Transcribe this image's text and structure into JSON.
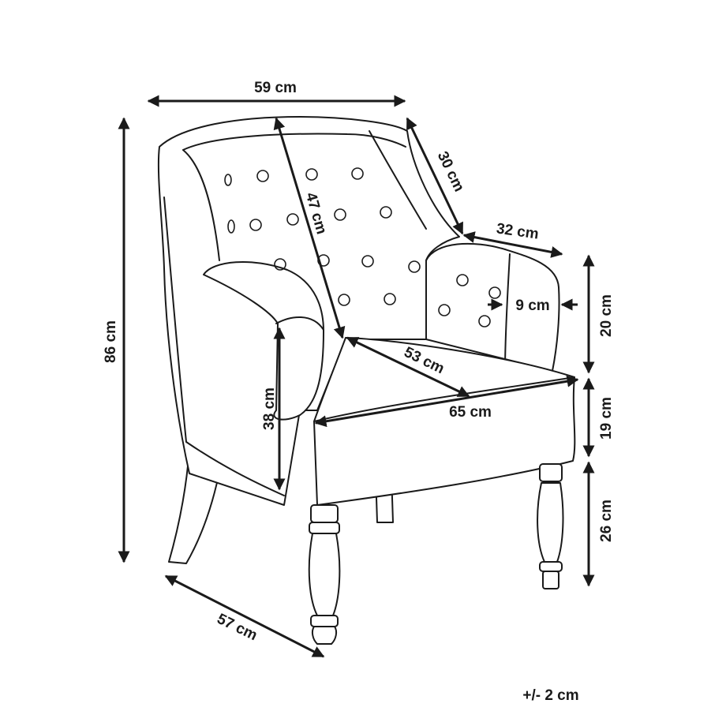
{
  "dimensions": {
    "width": "59 cm",
    "height": "86 cm",
    "depth": "57 cm",
    "backrest_height": "47 cm",
    "armrest_top": "30 cm",
    "armrest_depth": "32 cm",
    "armrest_width": "9 cm",
    "armrest_height": "20 cm",
    "seat_thickness": "19 cm",
    "leg_height": "26 cm",
    "seat_height": "38 cm",
    "seat_depth": "53 cm",
    "seat_width": "65 cm"
  },
  "tolerance": "+/- 2 cm",
  "colors": {
    "line": "#1a1a1a",
    "background": "#ffffff"
  }
}
